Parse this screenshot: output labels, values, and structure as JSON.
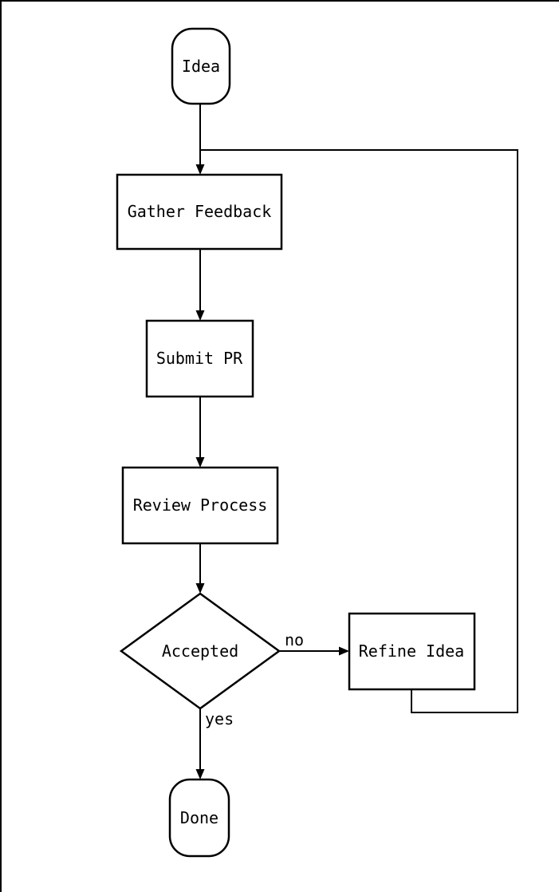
{
  "diagram": {
    "type": "flowchart",
    "direction": "top-down",
    "colors": {
      "node_fill": "#ffffff",
      "node_stroke": "#000000",
      "edge_stroke": "#000000",
      "text": "#000000",
      "background": "#ffffff"
    },
    "nodes": [
      {
        "id": "idea",
        "label": "Idea",
        "shape": "stadium"
      },
      {
        "id": "gather",
        "label": "Gather Feedback",
        "shape": "rectangle"
      },
      {
        "id": "submit",
        "label": "Submit PR",
        "shape": "rectangle"
      },
      {
        "id": "review",
        "label": "Review Process",
        "shape": "rectangle"
      },
      {
        "id": "accepted",
        "label": "Accepted",
        "shape": "diamond"
      },
      {
        "id": "refine",
        "label": "Refine Idea",
        "shape": "rectangle"
      },
      {
        "id": "done",
        "label": "Done",
        "shape": "stadium"
      }
    ],
    "edges": [
      {
        "from": "idea",
        "to": "gather",
        "label": ""
      },
      {
        "from": "gather",
        "to": "submit",
        "label": ""
      },
      {
        "from": "submit",
        "to": "review",
        "label": ""
      },
      {
        "from": "review",
        "to": "accepted",
        "label": ""
      },
      {
        "from": "accepted",
        "to": "refine",
        "label": "no"
      },
      {
        "from": "accepted",
        "to": "done",
        "label": "yes"
      },
      {
        "from": "refine",
        "to": "gather",
        "label": ""
      }
    ]
  }
}
